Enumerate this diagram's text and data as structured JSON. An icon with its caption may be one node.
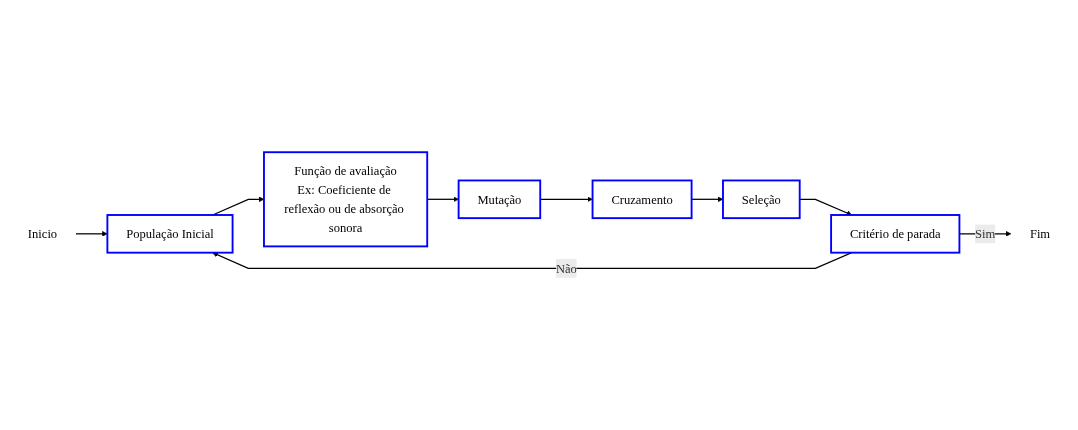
{
  "diagram": {
    "nodes": [
      {
        "text": [
          "Inicio"
        ]
      },
      {
        "text": [
          "População Inicial"
        ]
      },
      {
        "text": [
          "Função de avaliação",
          "Ex: Coeficiente de reflexão ou de absorção sonora"
        ]
      },
      {
        "text": [
          "Mutação"
        ]
      },
      {
        "text": [
          "Cruzamento"
        ]
      },
      {
        "text": [
          "Seleção"
        ]
      },
      {
        "text": [
          "Critério de parada"
        ]
      },
      {
        "text": [
          "Fim"
        ]
      }
    ],
    "edges": [
      {
        "from": 0,
        "to": 1,
        "arrow": "to"
      },
      {
        "from": 1,
        "to": 2,
        "arrow": "to"
      },
      {
        "from": 2,
        "to": 3,
        "arrow": "to"
      },
      {
        "from": 3,
        "to": 4,
        "arrow": "to"
      },
      {
        "from": 4,
        "to": 5,
        "arrow": "to"
      },
      {
        "from": 5,
        "to": 6,
        "arrow": "to"
      },
      {
        "from": 6,
        "to": 7,
        "label": "Sim",
        "arrow": "to"
      },
      {
        "from": 6,
        "to": 1,
        "label": "Não",
        "arrow": "to"
      }
    ]
  }
}
